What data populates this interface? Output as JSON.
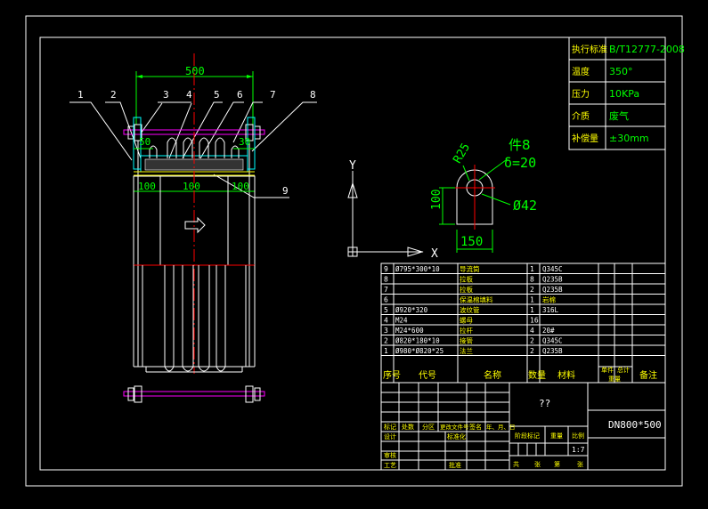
{
  "spec_table": {
    "rows": [
      {
        "label": "执行标准",
        "value": "B/T12777-2008"
      },
      {
        "label": "温度",
        "value": "350°"
      },
      {
        "label": "压力",
        "value": "10KPa"
      },
      {
        "label": "介质",
        "value": "废气"
      },
      {
        "label": "补偿量",
        "value": "±30mm"
      }
    ]
  },
  "main_view": {
    "overall_dim": "500",
    "dims": [
      "50",
      "30",
      "100",
      "100",
      "100"
    ],
    "callouts": [
      "1",
      "2",
      "3",
      "4",
      "5",
      "6",
      "7",
      "8",
      "9"
    ]
  },
  "detail_view": {
    "title": "件8",
    "thickness": "δ=20",
    "radius": "R25",
    "hole": "Ø42",
    "height": "100",
    "width": "150"
  },
  "axes": {
    "y": "Y",
    "x": "X"
  },
  "bom": {
    "rows": [
      {
        "no": "9",
        "code": "Ø795*300*10",
        "name": "导流筒",
        "qty": "1",
        "material": "Q345C"
      },
      {
        "no": "8",
        "code": "",
        "name": "拉板",
        "qty": "8",
        "material": "Q235B"
      },
      {
        "no": "7",
        "code": "",
        "name": "拉板",
        "qty": "2",
        "material": "Q235B"
      },
      {
        "no": "6",
        "code": "",
        "name": "保温棉填料",
        "qty": "1",
        "material": "岩棉"
      },
      {
        "no": "5",
        "code": "Ø920*320",
        "name": "波纹管",
        "qty": "1",
        "material": "316L"
      },
      {
        "no": "4",
        "code": "M24",
        "name": "螺母",
        "qty": "16",
        "material": ""
      },
      {
        "no": "3",
        "code": "M24*600",
        "name": "拉杆",
        "qty": "4",
        "material": "20#"
      },
      {
        "no": "2",
        "code": "Ø820*180*10",
        "name": "接管",
        "qty": "2",
        "material": "Q345C"
      },
      {
        "no": "1",
        "code": "Ø980*Ø820*25",
        "name": "法兰",
        "qty": "2",
        "material": "Q235B"
      }
    ],
    "header": {
      "no": "序号",
      "code": "代号",
      "name": "名称",
      "qty": "数量",
      "material": "材料",
      "unit_weight": "单件",
      "total_weight": "总计",
      "weight": "重量",
      "remark": "备注"
    }
  },
  "title_block": {
    "qmark": "??",
    "drawing_no": "DN800*500",
    "scale": "1:7",
    "labels": {
      "mark": "标记",
      "count": "处数",
      "zone": "分区",
      "change_doc": "更改文件号",
      "sign": "签名",
      "date": "年、月、日",
      "design": "设计",
      "standard": "标准化",
      "stage": "阶段标记",
      "weight": "重量",
      "ratio": "比例",
      "review": "审核",
      "process": "工艺",
      "approve": "批准",
      "total": "共",
      "sheet_of": "张",
      "page": "第",
      "sheet": "张"
    }
  }
}
